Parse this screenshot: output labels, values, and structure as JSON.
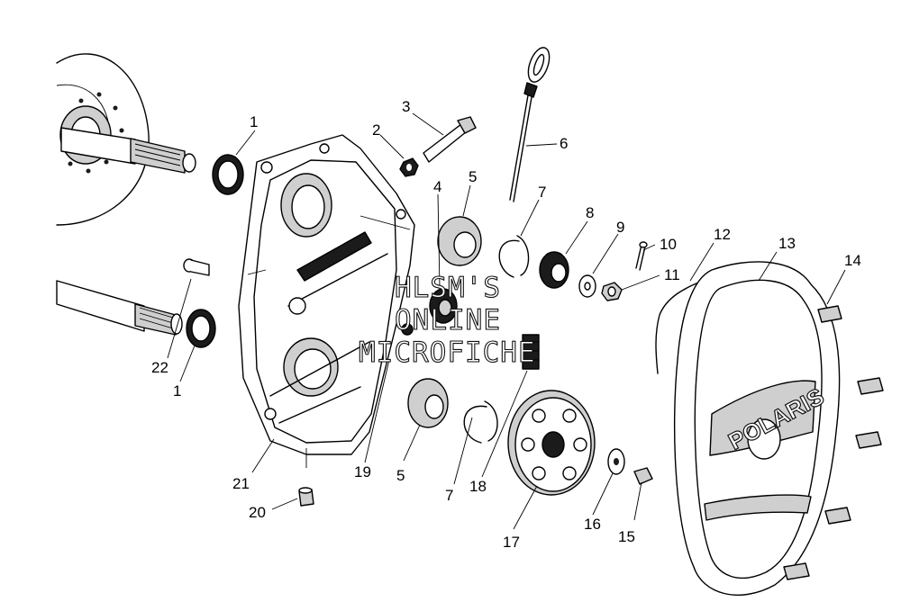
{
  "diagram": {
    "callouts": [
      {
        "id": "c1a",
        "text": "1"
      },
      {
        "id": "c2",
        "text": "2"
      },
      {
        "id": "c3",
        "text": "3"
      },
      {
        "id": "c4",
        "text": "4"
      },
      {
        "id": "c5a",
        "text": "5"
      },
      {
        "id": "c6",
        "text": "6"
      },
      {
        "id": "c7a",
        "text": "7"
      },
      {
        "id": "c8",
        "text": "8"
      },
      {
        "id": "c9",
        "text": "9"
      },
      {
        "id": "c10",
        "text": "10"
      },
      {
        "id": "c11",
        "text": "11"
      },
      {
        "id": "c12",
        "text": "12"
      },
      {
        "id": "c13",
        "text": "13"
      },
      {
        "id": "c14",
        "text": "14"
      },
      {
        "id": "c22",
        "text": "22"
      },
      {
        "id": "c1b",
        "text": "1"
      },
      {
        "id": "c21",
        "text": "21"
      },
      {
        "id": "c19",
        "text": "19"
      },
      {
        "id": "c5b",
        "text": "5"
      },
      {
        "id": "c7b",
        "text": "7"
      },
      {
        "id": "c18",
        "text": "18"
      },
      {
        "id": "c20",
        "text": "20"
      },
      {
        "id": "c17",
        "text": "17"
      },
      {
        "id": "c16",
        "text": "16"
      },
      {
        "id": "c15",
        "text": "15"
      }
    ],
    "watermark": [
      "HLSM'S",
      "ONLINE",
      "MICROFICHE"
    ],
    "cover_logo": "POLARIS"
  }
}
